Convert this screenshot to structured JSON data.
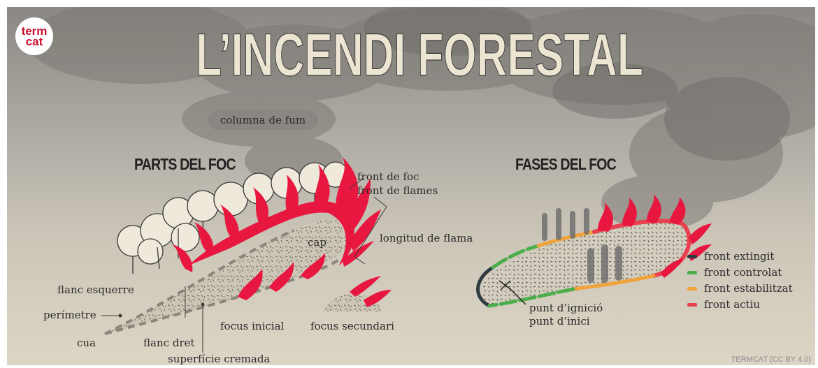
{
  "logo": {
    "line1": "term",
    "line2": "cat"
  },
  "title": "L’INCENDI FORESTAL",
  "smoke_label": "columna de fum",
  "parts": {
    "heading": "PARTS DEL FOC",
    "front_de_foc": "front de foc",
    "front_de_flames": "front de flames",
    "longitud": "longitud de flama",
    "cap": "cap",
    "flanc_esquerre": "flanc esquerre",
    "perimetre": "perímetre",
    "cua": "cua",
    "flanc_dret": "flanc dret",
    "focus_inicial": "focus inicial",
    "focus_secundari": "focus secundari",
    "superficie": "superfície cremada"
  },
  "phases": {
    "heading": "FASES DEL FOC",
    "ignicio": "punt d’ignició",
    "inici": "punt d’inici",
    "legend": [
      {
        "label": "front extingit",
        "color": "#2f3b40"
      },
      {
        "label": "front controlat",
        "color": "#4cae4a"
      },
      {
        "label": "front estabilitzat",
        "color": "#f0a33a"
      },
      {
        "label": "front actiu",
        "color": "#e8414f"
      }
    ]
  },
  "colors": {
    "fire": "#e8173f",
    "burned": "#c9c2b2",
    "tree": "#efe9dc"
  },
  "credit": "TERMCAT (CC BY 4.0)"
}
